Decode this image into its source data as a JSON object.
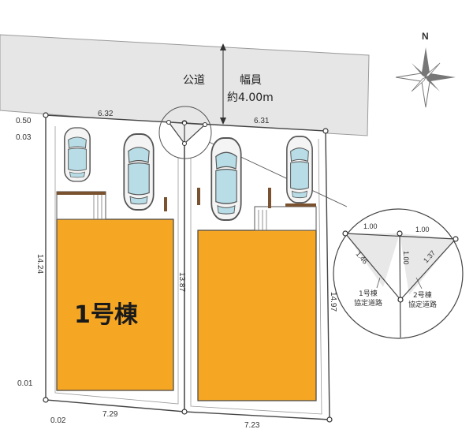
{
  "road": {
    "label": "公道",
    "width_label": "幅員",
    "width_value": "約4.00m"
  },
  "north": {
    "label": "N"
  },
  "lot1": {
    "name": "1号棟"
  },
  "dimensions": {
    "top_left_width": "6.32",
    "top_right_width": "6.31",
    "corner_offset_top": "0.50",
    "corner_offset_second": "0.03",
    "left_depth": "14.24",
    "middle_depth": "13.87",
    "right_depth": "14.97",
    "bottom_left_offset_a": "0.01",
    "bottom_left_offset_b": "0.02",
    "bottom_left_width": "7.29",
    "bottom_right_width": "7.23"
  },
  "detail": {
    "left_top": "1.00",
    "right_top": "1.00",
    "left_diag": "1.46",
    "center_vert": "1.00",
    "right_diag": "1.37",
    "label_lot1": "1号棟",
    "label_lot1_sub": "協定道路",
    "label_lot2": "2号棟",
    "label_lot2_sub": "協定道路"
  },
  "colors": {
    "building": "#f5a623",
    "road": "#e6e6e6",
    "car_body": "#f4f4f4",
    "car_glass": "#b8dde6"
  }
}
